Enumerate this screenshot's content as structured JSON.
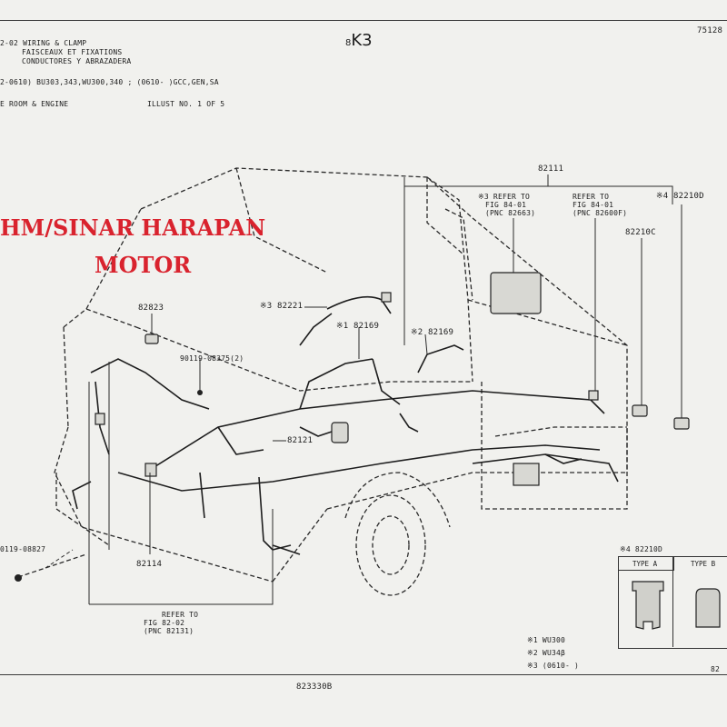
{
  "header": {
    "title_line1": "2-02 WIRING & CLAMP",
    "title_line2": "FAISCEAUX ET FIXATIONS",
    "title_line3": "CONDUCTORES Y ABRAZADERA",
    "model_line": "2-0610) BU303,343,WU300,340 ;  (0610-       )GCC,GEN,SA",
    "section_line": "E ROOM & ENGINE",
    "illust_line": "ILLUST NO. 1 OF 5",
    "page_code_prefix": "8",
    "page_code": "K3",
    "doc_number": "75128"
  },
  "watermark": {
    "line1": "HM/SINAR HARAPAN",
    "line2": "MOTOR",
    "color": "#d9232e"
  },
  "part_labels": {
    "p82111": "82111",
    "ref1_line1": "※3 REFER TO",
    "ref1_line2": "FIG 84-01",
    "ref1_line3": "(PNC 82663)",
    "ref2_line1": "REFER TO",
    "ref2_line2": "FIG 84-01",
    "ref2_line3": "(PNC 82600F)",
    "p82210d": "※4 82210D",
    "p82210c": "82210C",
    "p82823": "82823",
    "p82221": "※3 82221",
    "p82169a": "※1 82169",
    "p82169b": "※2 82169",
    "p90119a": "90119-08375(2)",
    "p82121": "82121",
    "p90119b": "0119-08827",
    "p82114": "82114",
    "ref3_line1": "REFER TO",
    "ref3_line2": "FIG 82-02",
    "ref3_line3": "(PNC 82131)",
    "footer_code": "823330B"
  },
  "inset": {
    "title": "※4 82210D",
    "type_a": "TYPE A",
    "type_b": "TYPE B",
    "corner": "82"
  },
  "notes": {
    "n1": "※1 WU300",
    "n2": "※2 WU34β",
    "n3": "※3 (0610-      )"
  }
}
